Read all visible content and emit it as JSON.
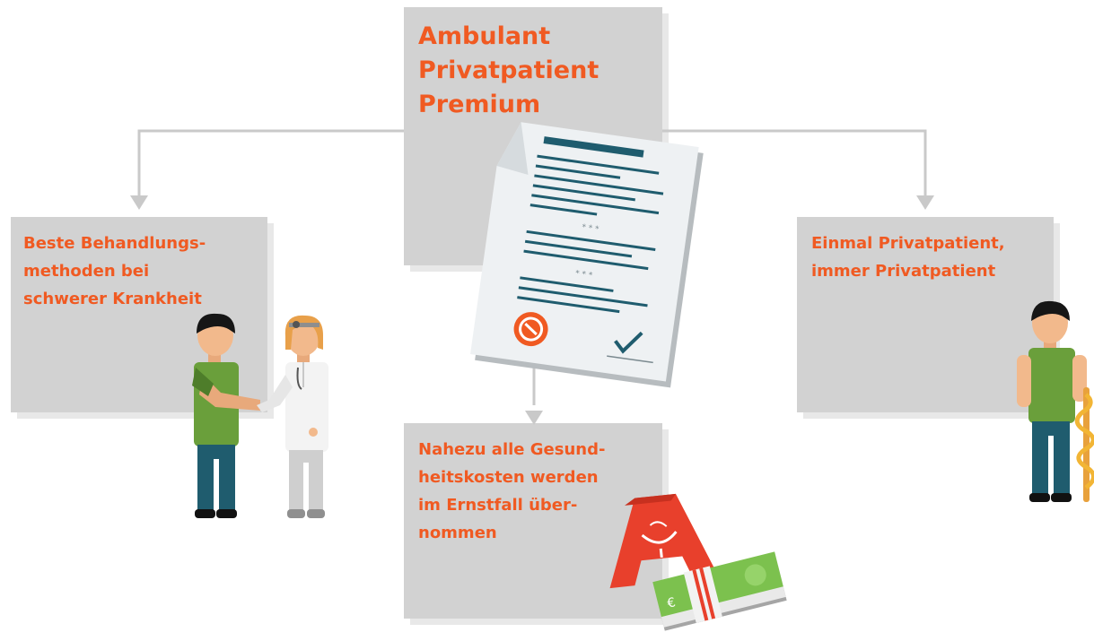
{
  "diagram": {
    "center": {
      "title": "Ambulant\nPrivatpatient\nPremium"
    },
    "left": {
      "text": "Beste Behandlungs-\nmethoden bei\nschwerer Krankheit"
    },
    "right": {
      "text": "Einmal Privatpatient,\nimmer Privatpatient"
    },
    "bottom": {
      "text": "Nahezu alle Gesund-\nheitskosten werden\nim Ernstfall über-\nnommen"
    },
    "document": {
      "dots": "* * *"
    },
    "money": {
      "currency": "€"
    }
  },
  "colors": {
    "accent": "#f05a22",
    "box": "#d2d2d2",
    "connector": "#c9c9c9",
    "document_lines": "#1f5c6e",
    "shirt": "#6a9f3b",
    "pants": "#1f5c6e",
    "apothecary_red": "#e8402c",
    "money_green": "#7cc14e"
  },
  "icons": [
    "contract-document-icon",
    "apothecary-a-icon",
    "banknote-bundle-icon",
    "caduceus-icon",
    "checkmark-icon",
    "seal-icon"
  ]
}
